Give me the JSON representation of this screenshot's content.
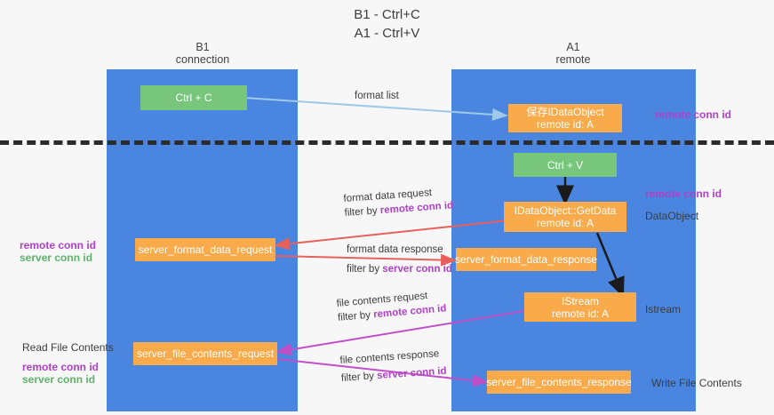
{
  "title": "B1 - Ctrl+C\nA1 - Ctrl+V",
  "columns": {
    "left": "B1\nconnection",
    "right": "A1\nremote"
  },
  "colors": {
    "lane": "#4a86e0",
    "orange_node": "#f9aa4b",
    "green_node": "#78c57c",
    "purple_text": "#b040c8",
    "green_text": "#5fb36a",
    "divider": "#2b2b2b",
    "arrow_format_list": "#9ec9e8",
    "arrow_format_data": "#e8605a",
    "arrow_file_contents": "#c050c8",
    "arrow_black": "#1a1a1a"
  },
  "nodes": {
    "ctrl_c": "Ctrl + C",
    "save_idataobject": "保存IDataObject\nremote id: A",
    "ctrl_v": "Ctrl + V",
    "getdata": "IDataObject::GetData\nremote id: A",
    "server_format_data_request": "server_format_data_request",
    "server_format_data_response": "server_format_data_response",
    "istream": "IStream\nremote id: A",
    "server_file_contents_request": "server_file_contents_request",
    "server_file_contents_response": "server_file_contents_response"
  },
  "right_labels": {
    "remote_conn_id_top": "remote conn id",
    "remote_conn_id_mid": "remote conn id",
    "dataobject": "DataObject",
    "istream": "Istream",
    "write_file_contents": "Write File Contents"
  },
  "left_labels": {
    "remote_conn_id": "remote conn id",
    "server_conn_id": "server conn id",
    "read_file_contents": "Read File Contents",
    "remote_conn_id_2": "remote conn id",
    "server_conn_id_2": "server conn id"
  },
  "edges": {
    "format_list": "format list",
    "format_data_request_line1": "format data request",
    "format_data_request_line2_prefix": "filter by ",
    "format_data_request_line2_key": "remote conn id",
    "format_data_response_line1": "format data response",
    "format_data_response_line2_prefix": "filter by ",
    "format_data_response_line2_key": "server conn id",
    "file_contents_request_line1": "file contents request",
    "file_contents_request_line2_prefix": "filter by ",
    "file_contents_request_line2_key": "remote conn id",
    "file_contents_response_line1": "file contents response",
    "file_contents_response_line2_prefix": "filter by ",
    "file_contents_response_line2_key": "server conn id"
  }
}
